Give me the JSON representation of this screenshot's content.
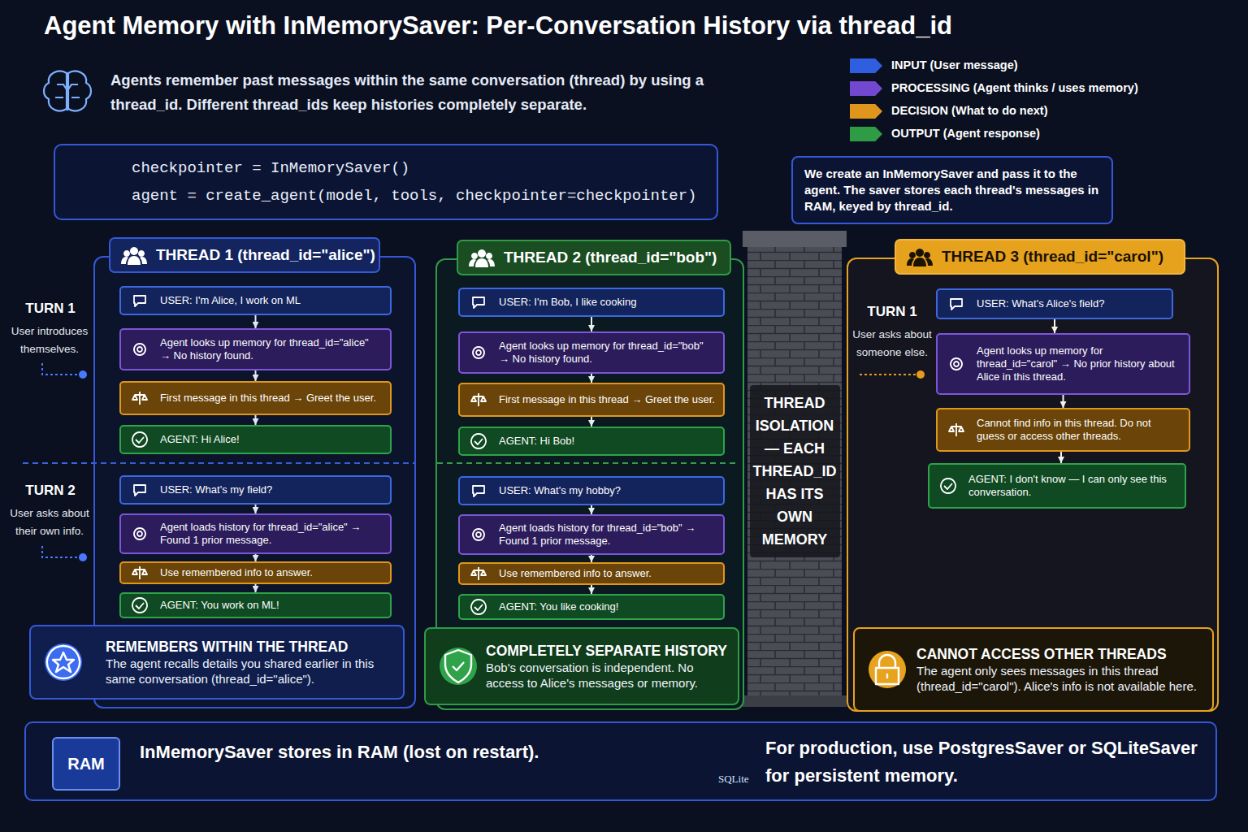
{
  "diagram": {
    "title": "Agent Memory with InMemorySaver: Per-Conversation History via thread_id",
    "nodes": [
      {
        "text": [
          "checkpointer = InMemorySaver()",
          "agent = create_agent(model, tools, checkpointer=checkpointer)"
        ]
      },
      {
        "text": [
          "We create an InMemorySaver and pass it to the agent. The saver stores each thread's messages in RAM, keyed by thread_id."
        ]
      },
      {
        "text": [
          "THREAD 1 (thread_id=\"alice\")"
        ]
      },
      {
        "text": [
          "USER: I'm Alice, I work on ML"
        ],
        "in": 2
      },
      {
        "text": [
          "Agent looks up memory for thread_id=\"alice\" → No history found."
        ],
        "in": 2
      },
      {
        "text": [
          "First message in this thread → Greet the user."
        ],
        "in": 2
      },
      {
        "text": [
          "AGENT: Hi Alice!"
        ],
        "in": 2
      },
      {
        "text": [
          "USER: What's my field?"
        ],
        "in": 2
      },
      {
        "text": [
          "Agent loads history for thread_id=\"alice\" → Found 1 prior message."
        ],
        "in": 2
      },
      {
        "text": [
          "Use remembered info to answer."
        ],
        "in": 2
      },
      {
        "text": [
          "AGENT: You work on ML!"
        ],
        "in": 2
      },
      {
        "text": [
          "REMEMBERS WITHIN THE THREAD",
          "The agent recalls details you shared earlier in this same conversation (thread_id=\"alice\")."
        ]
      },
      {
        "text": [
          "THREAD 2 (thread_id=\"bob\")"
        ]
      },
      {
        "text": [
          "USER: I'm Bob, I like cooking"
        ],
        "in": 12
      },
      {
        "text": [
          "Agent looks up memory for thread_id=\"bob\" → No history found."
        ],
        "in": 12
      },
      {
        "text": [
          "First message in this thread → Greet the user."
        ],
        "in": 12
      },
      {
        "text": [
          "AGENT: Hi Bob!"
        ],
        "in": 12
      },
      {
        "text": [
          "USER: What's my hobby?"
        ],
        "in": 12
      },
      {
        "text": [
          "Agent loads history for thread_id=\"bob\" → Found 1 prior message."
        ],
        "in": 12
      },
      {
        "text": [
          "Use remembered info to answer."
        ],
        "in": 12
      },
      {
        "text": [
          "AGENT: You like cooking!"
        ],
        "in": 12
      },
      {
        "text": [
          "COMPLETELY SEPARATE HISTORY",
          "Bob's conversation is independent. No access to Alice's messages or memory."
        ]
      },
      {
        "text": [
          "THREAD ISOLATION — EACH THREAD_ID HAS ITS OWN MEMORY"
        ]
      },
      {
        "text": [
          "THREAD 3 (thread_id=\"carol\")"
        ]
      },
      {
        "text": [
          "USER: What's Alice's field?"
        ],
        "in": 23
      },
      {
        "text": [
          "Agent looks up memory for thread_id=\"carol\" → No prior history about Alice in this thread."
        ],
        "in": 23
      },
      {
        "text": [
          "Cannot find info in this thread. Do not guess or access other threads."
        ],
        "in": 23
      },
      {
        "text": [
          "AGENT: I don't know — I can only see this conversation."
        ],
        "in": 23
      },
      {
        "text": [
          "CANNOT ACCESS OTHER THREADS",
          "The agent only sees messages in this thread (thread_id=\"carol\"). Alice's info is not available here."
        ],
        "in": 23
      },
      {
        "text": [
          "InMemorySaver stores in RAM (lost on restart).",
          "For production, use PostgresSaver or SQLiteSaver for persistent memory."
        ]
      },
      {
        "text": [
          "RAM"
        ],
        "in": 29
      }
    ],
    "edges": [
      {
        "from": 3,
        "to": 4,
        "arrow": "to"
      },
      {
        "from": 4,
        "to": 5,
        "arrow": "to"
      },
      {
        "from": 5,
        "to": 6,
        "arrow": "to"
      },
      {
        "from": 7,
        "to": 8,
        "arrow": "to"
      },
      {
        "from": 8,
        "to": 9,
        "arrow": "to"
      },
      {
        "from": 9,
        "to": 10,
        "arrow": "to"
      },
      {
        "from": 13,
        "to": 14,
        "arrow": "to"
      },
      {
        "from": 14,
        "to": 15,
        "arrow": "to"
      },
      {
        "from": 15,
        "to": 16,
        "arrow": "to"
      },
      {
        "from": 17,
        "to": 18,
        "arrow": "to"
      },
      {
        "from": 18,
        "to": 19,
        "arrow": "to"
      },
      {
        "from": 19,
        "to": 20,
        "arrow": "to"
      },
      {
        "from": 24,
        "to": 25,
        "arrow": "to"
      },
      {
        "from": 25,
        "to": 26,
        "arrow": "to"
      },
      {
        "from": 26,
        "to": 27,
        "arrow": "to"
      }
    ],
    "labels": [
      "Agents remember past messages within the same conversation (thread) by using a thread_id. Different thread_ids keep histories completely separate.",
      "TURN 1",
      "User introduces themselves.",
      "TURN 2",
      "User asks about their own info.",
      "TURN 1",
      "User asks about someone else.",
      "SQLite"
    ],
    "legend": [
      {
        "text": "INPUT (User message)",
        "color": "#2f5fe0"
      },
      {
        "text": "PROCESSING (Agent thinks / uses memory)",
        "color": "#7248d0"
      },
      {
        "text": "DECISION (What to do next)",
        "color": "#e0951c"
      },
      {
        "text": "OUTPUT (Agent response)",
        "color": "#2f9b45"
      }
    ]
  }
}
